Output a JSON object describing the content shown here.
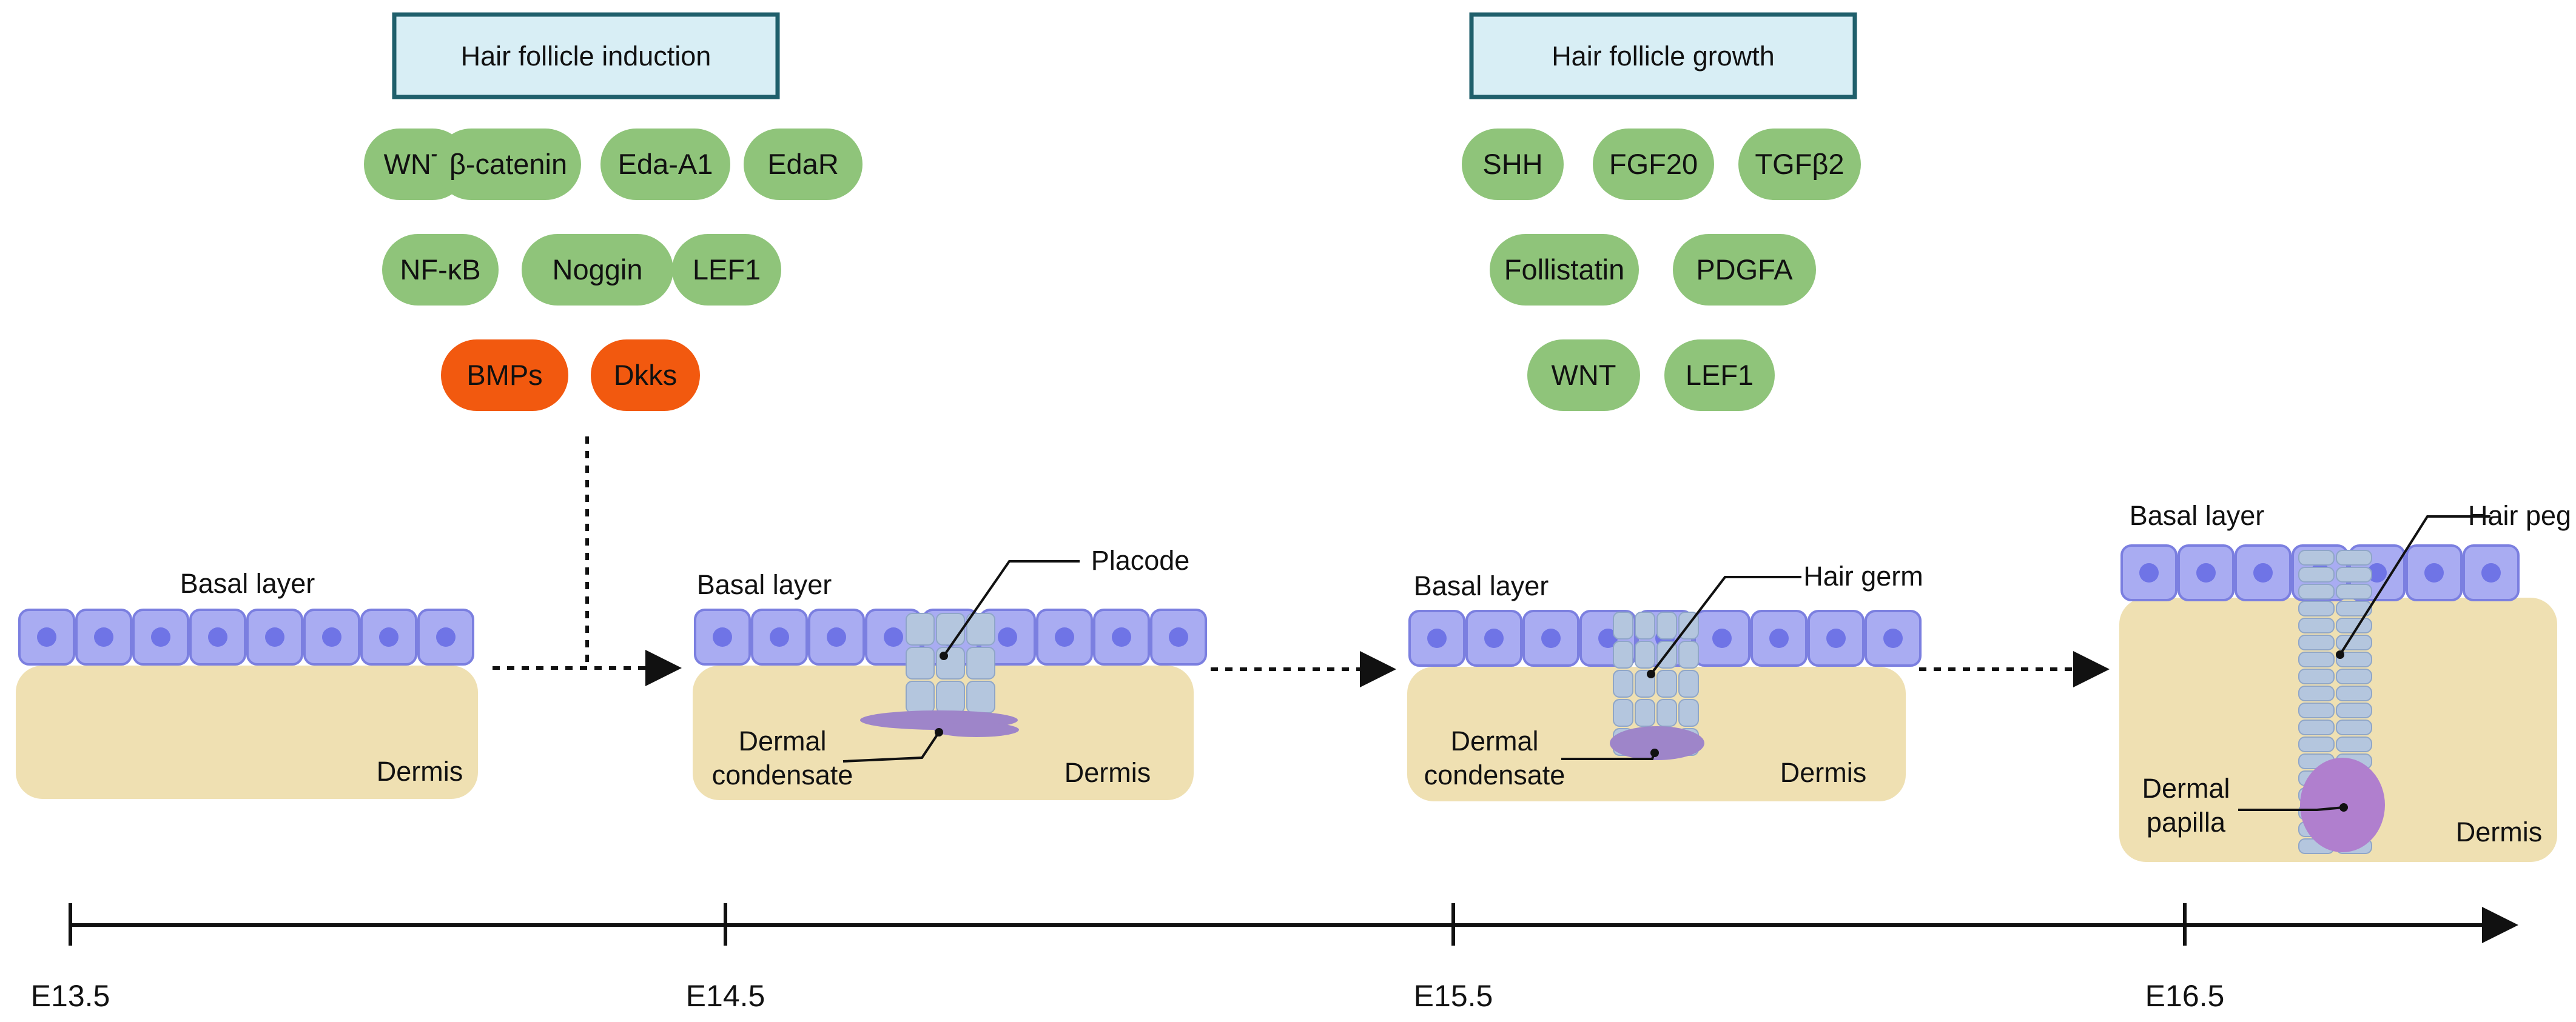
{
  "colors": {
    "header_fill": "#d8eef5",
    "header_stroke": "#1f5f6b",
    "pill_green": "#8fc47a",
    "pill_orange": "#f2590f",
    "basal_cell_fill": "#a9acf2",
    "basal_cell_stroke": "#7b7fe0",
    "nucleus": "#6f74e6",
    "dermis": "#efe0b2",
    "hair_cells": "#b4c6de",
    "dermal_cells": "#9e85c9",
    "papilla": "#b07fce",
    "axis": "#111111"
  },
  "sections": [
    {
      "title": "Hair follicle induction",
      "markers": [
        {
          "label": "WNT",
          "kind": "activator"
        },
        {
          "label": "β-catenin",
          "kind": "activator"
        },
        {
          "label": "Eda-A1",
          "kind": "activator"
        },
        {
          "label": "EdaR",
          "kind": "activator"
        },
        {
          "label": "NF-κB",
          "kind": "activator"
        },
        {
          "label": "Noggin",
          "kind": "activator"
        },
        {
          "label": "LEF1",
          "kind": "activator"
        },
        {
          "label": "BMPs",
          "kind": "inhibitor"
        },
        {
          "label": "Dkks",
          "kind": "inhibitor"
        }
      ]
    },
    {
      "title": "Hair follicle growth",
      "markers": [
        {
          "label": "SHH",
          "kind": "activator"
        },
        {
          "label": "FGF20",
          "kind": "activator"
        },
        {
          "label": "TGFβ2",
          "kind": "activator"
        },
        {
          "label": "Follistatin",
          "kind": "activator"
        },
        {
          "label": "PDGFA",
          "kind": "activator"
        },
        {
          "label": "WNT",
          "kind": "activator"
        },
        {
          "label": "LEF1",
          "kind": "activator"
        }
      ]
    }
  ],
  "stages": [
    {
      "basal": "Basal layer",
      "dermis": "Dermis",
      "structure": "",
      "dermal": ""
    },
    {
      "basal": "Basal layer",
      "dermis": "Dermis",
      "structure": "Placode",
      "dermal": "Dermal\ncondensate"
    },
    {
      "basal": "Basal layer",
      "dermis": "Dermis",
      "structure": "Hair germ",
      "dermal": "Dermal\ncondensate"
    },
    {
      "basal": "Basal layer",
      "dermis": "Dermis",
      "structure": "Hair peg",
      "dermal": "Dermal\npapilla"
    }
  ],
  "timeline": [
    "E13.5",
    "E14.5",
    "E15.5",
    "E16.5"
  ]
}
